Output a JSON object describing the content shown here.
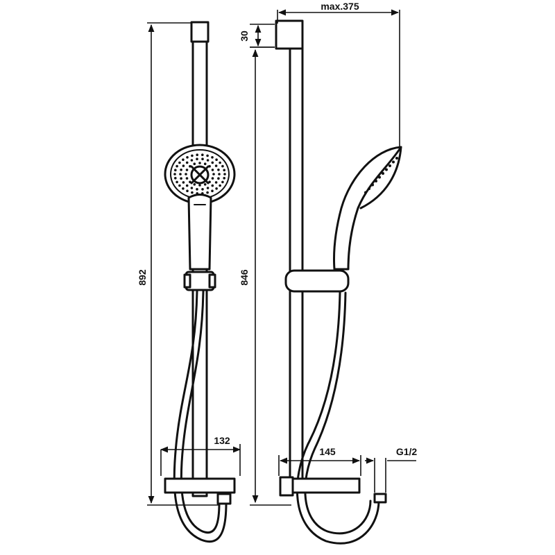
{
  "dimensions": {
    "total_height": "892",
    "rail_height": "846",
    "bracket_height": "30",
    "max_projection": "max.375",
    "soap_dish_width_front": "132",
    "soap_dish_width_side": "145",
    "connection_thread": "G1/2"
  }
}
